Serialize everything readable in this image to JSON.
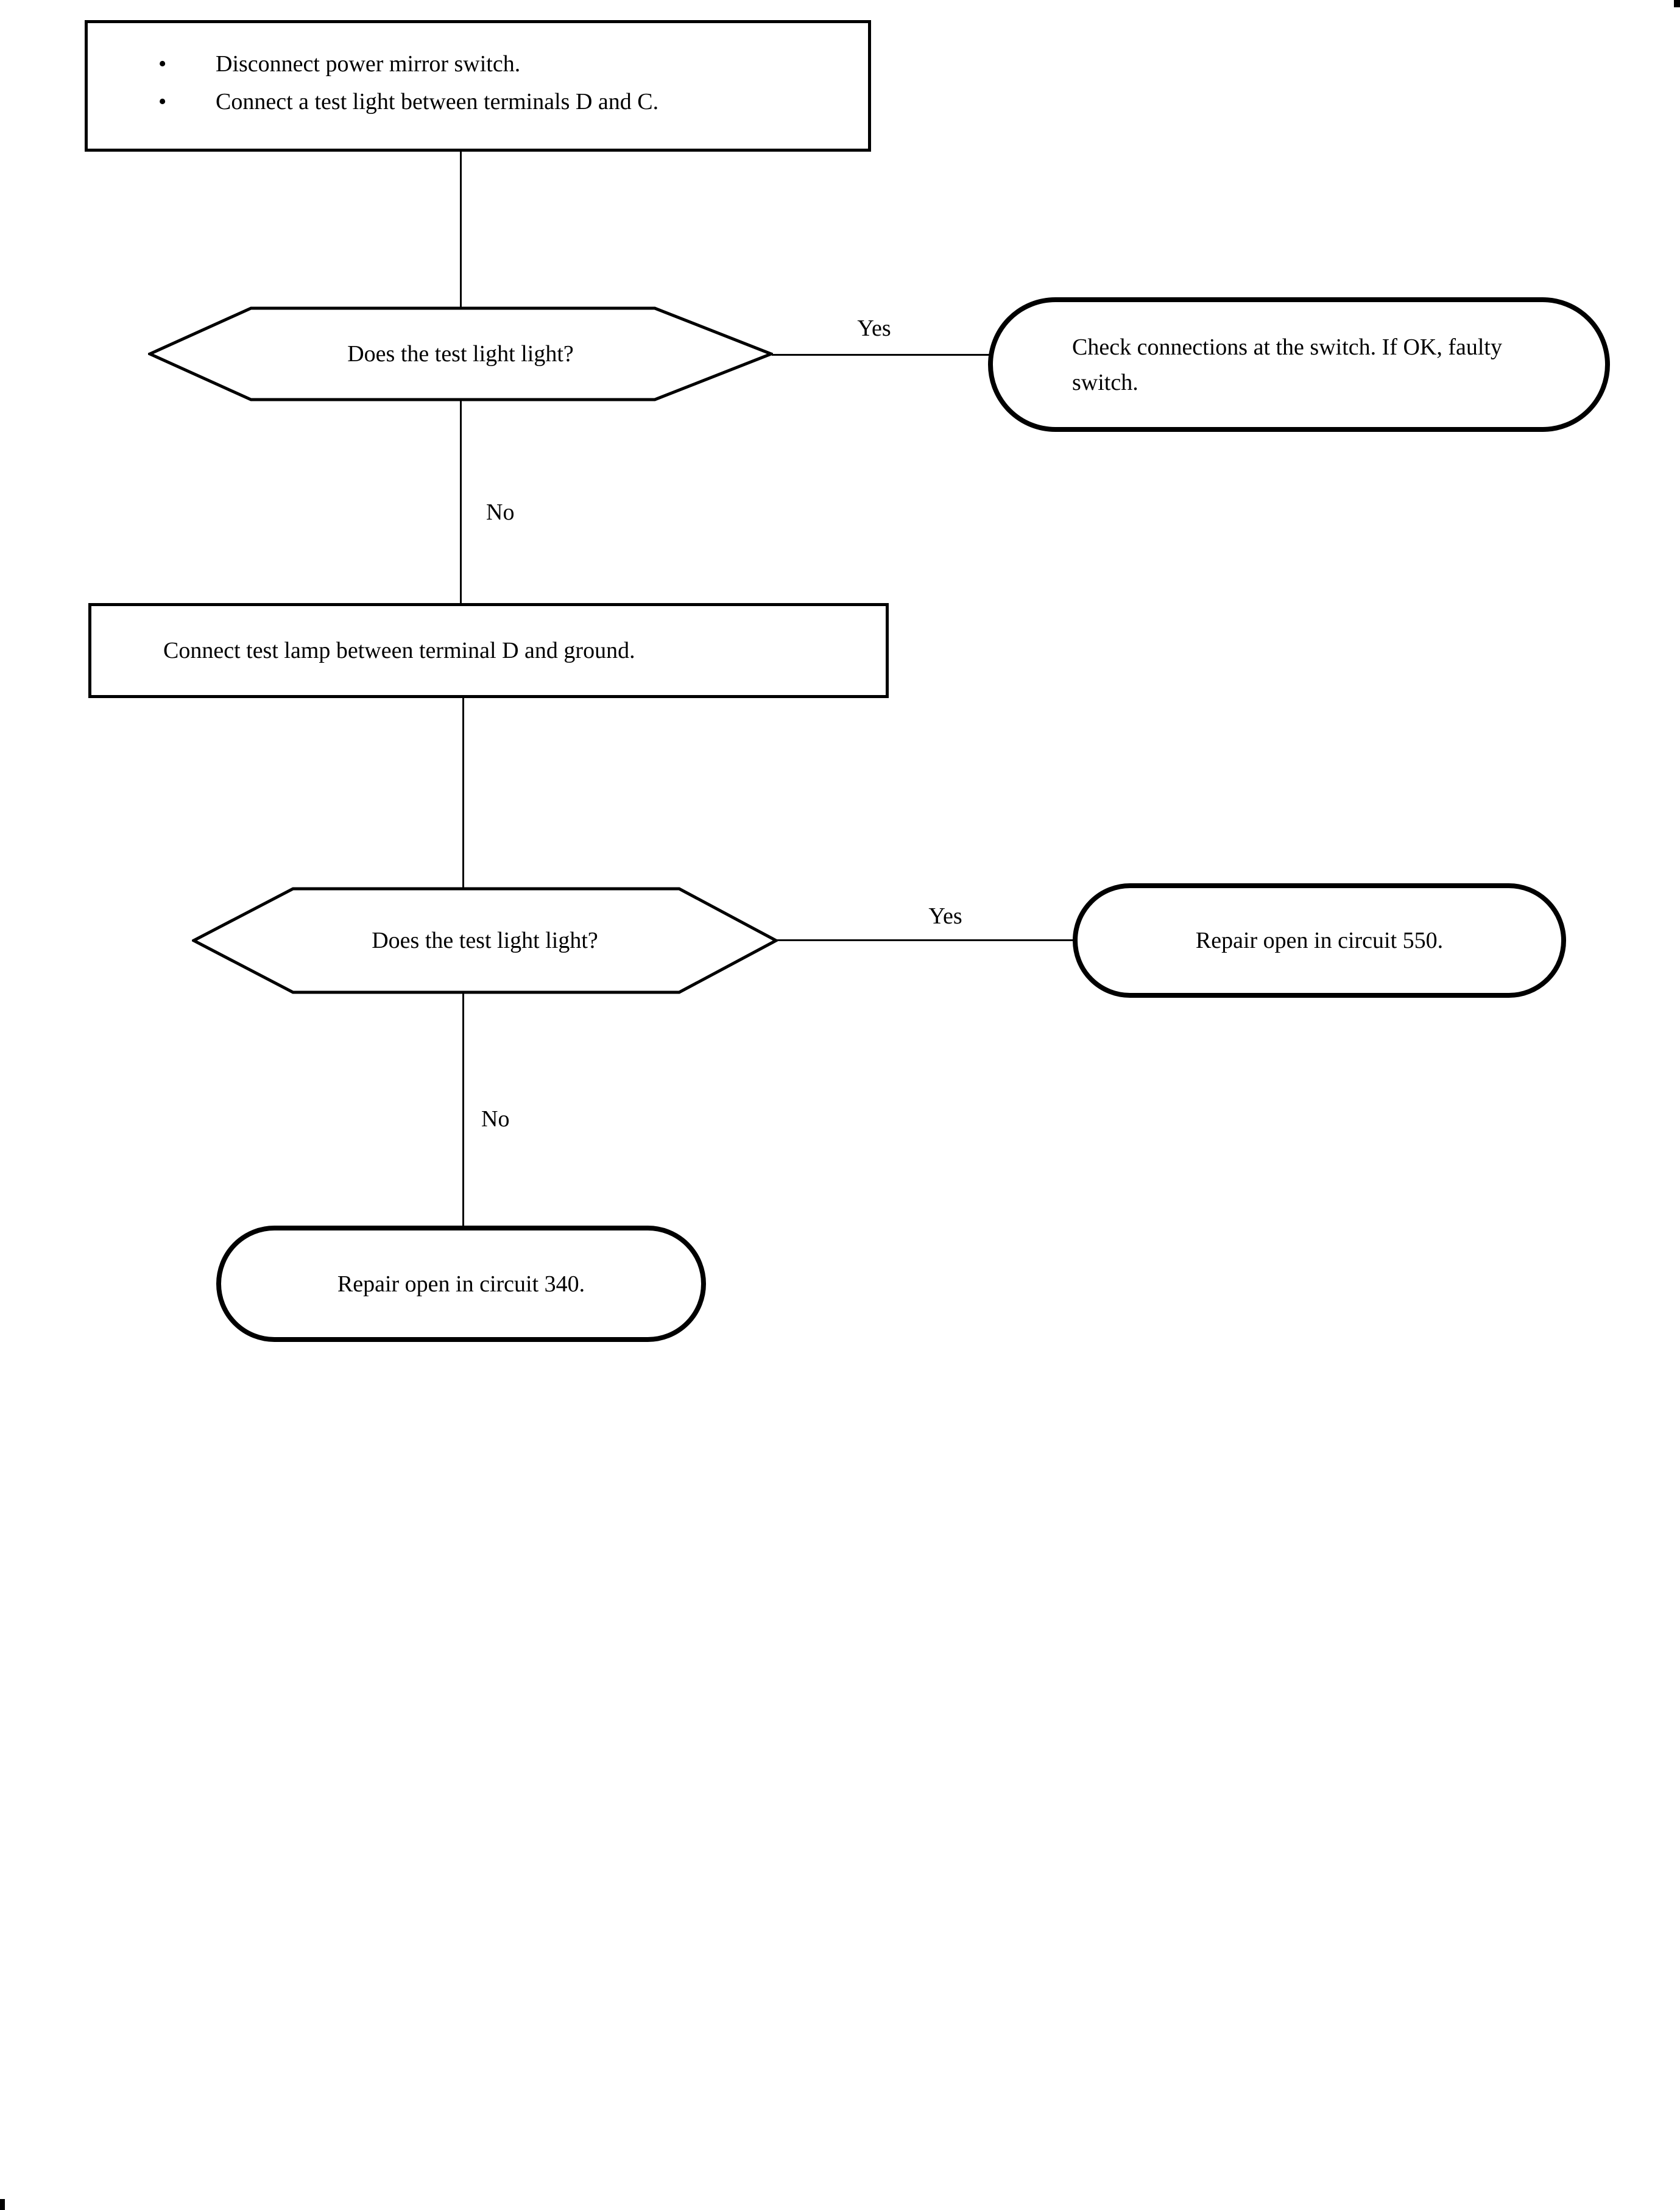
{
  "page": {
    "background_color": "#ffffff",
    "line_color": "#000000"
  },
  "flowchart": {
    "start": {
      "bullet_char": "•",
      "bullets": [
        "Disconnect power mirror switch.",
        "Connect a test light between terminals D and C."
      ]
    },
    "decision1": {
      "question": "Does the test light light?",
      "yes_label": "Yes",
      "no_label": "No"
    },
    "result_switch": {
      "text": "Check connections at the switch. If OK, faulty switch."
    },
    "process2": {
      "text": "Connect test lamp between terminal D and ground."
    },
    "decision2": {
      "question": "Does the test light light?",
      "yes_label": "Yes",
      "no_label": "No"
    },
    "result_550": {
      "text": "Repair open in circuit 550."
    },
    "result_340": {
      "text": "Repair open in circuit 340."
    }
  }
}
